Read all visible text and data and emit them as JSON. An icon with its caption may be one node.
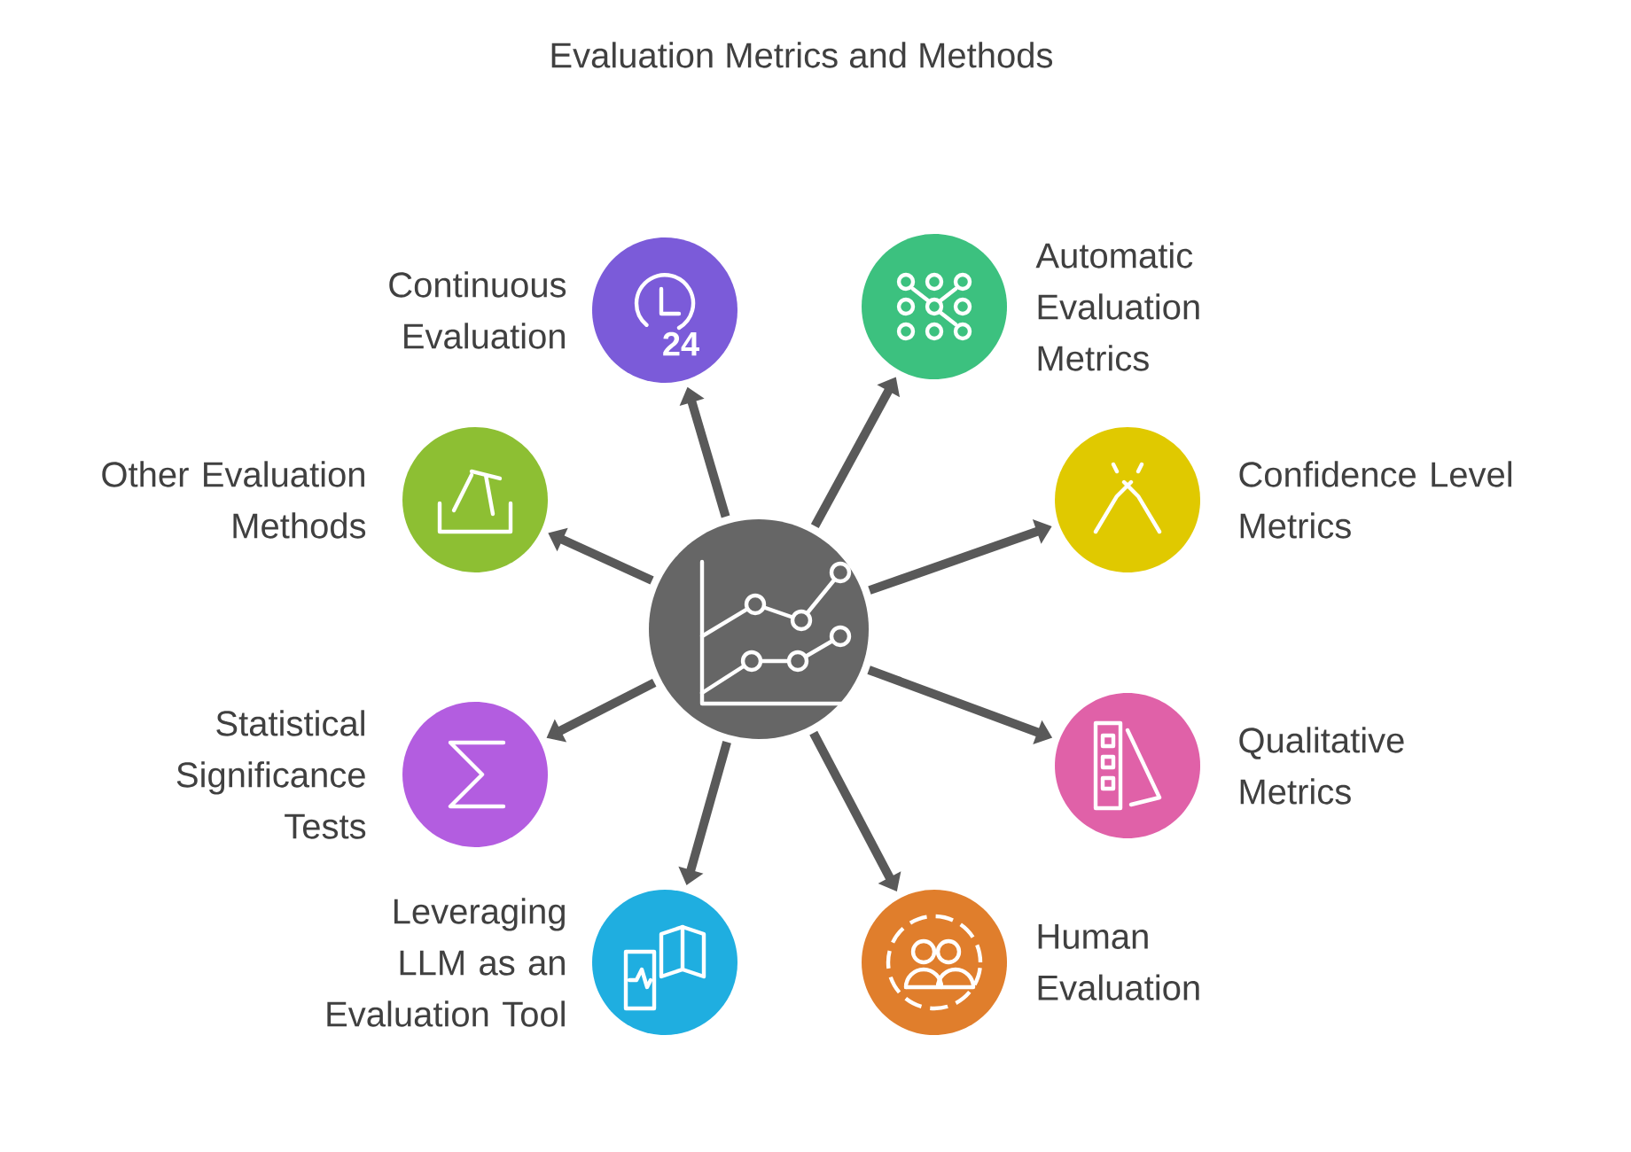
{
  "diagram": {
    "title": "Evaluation Metrics and Methods",
    "nodes": [
      {
        "text": [],
        "shape": "circle"
      },
      {
        "text": [
          "Continuous Evaluation"
        ]
      },
      {
        "text": [
          "Automatic Evaluation Metrics"
        ]
      },
      {
        "text": [
          "Other Evaluation Methods"
        ]
      },
      {
        "text": [
          "Confidence Level Metrics"
        ]
      },
      {
        "text": [
          "Statistical Significance Tests"
        ]
      },
      {
        "text": [
          "Qualitative Metrics"
        ]
      },
      {
        "text": [
          "Leveraging LLM as an Evaluation Tool"
        ]
      },
      {
        "text": [
          "Human Evaluation"
        ]
      }
    ],
    "edges": [
      {
        "from": 0,
        "to": 1,
        "arrow": "to"
      },
      {
        "from": 0,
        "to": 2,
        "arrow": "to"
      },
      {
        "from": 0,
        "to": 3,
        "arrow": "to"
      },
      {
        "from": 0,
        "to": 4,
        "arrow": "to"
      },
      {
        "from": 0,
        "to": 5,
        "arrow": "to"
      },
      {
        "from": 0,
        "to": 6,
        "arrow": "to"
      },
      {
        "from": 0,
        "to": 7,
        "arrow": "to"
      },
      {
        "from": 0,
        "to": 8,
        "arrow": "to"
      }
    ],
    "labels": [
      "24"
    ]
  }
}
